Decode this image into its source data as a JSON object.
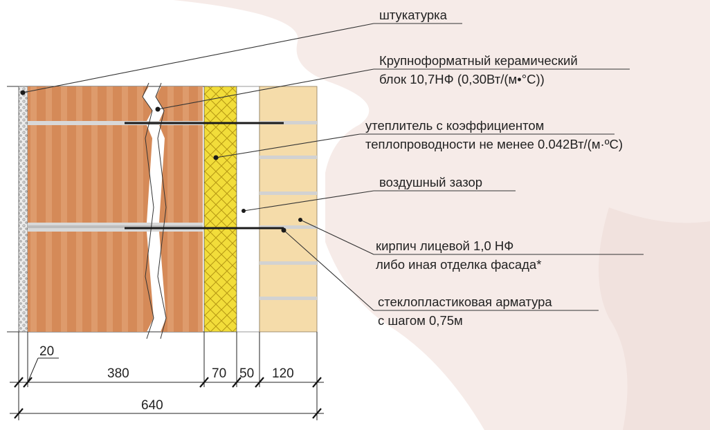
{
  "labels": {
    "plaster": "штукатурка",
    "block_line1": "Крупноформатный керамический",
    "block_line2": "блок 10,7НФ  (0,30Вт/(м•°С))",
    "insulation_line1": "утеплитель с коэффициентом",
    "insulation_line2": "теплопроводности не менее 0.042Вт/(м·ºС)",
    "air_gap": "воздушный зазор",
    "facing_line1": "кирпич лицевой 1,0 НФ",
    "facing_line2": "либо иная отделка фасада*",
    "rebar_line1": "стеклопластиковая арматура",
    "rebar_line2": "с шагом 0,75м"
  },
  "dimensions": {
    "plaster": "20",
    "block": "380",
    "insulation": "70",
    "air_gap": "50",
    "facing": "120",
    "total": "640"
  },
  "colors": {
    "block": "#d58a58",
    "block_stripe": "#e3a378",
    "insulation": "#f2dd3a",
    "insulation_mesh": "#b89a14",
    "facing": "#f5dcaa",
    "mortar": "#d8d8d8",
    "plaster": "#e6e6e6",
    "line": "#333333",
    "background_shape": "#f6ebe8"
  }
}
